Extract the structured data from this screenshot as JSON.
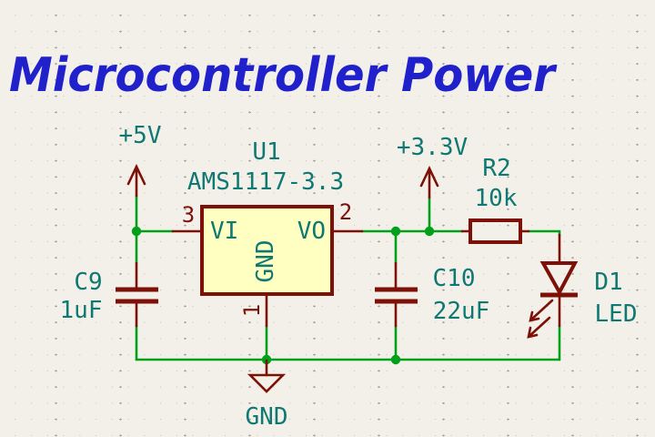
{
  "title": "Microcontroller Power",
  "colors": {
    "background": "#F2F0E8",
    "grid_dot": "#BEBCB4",
    "grid_dot_major": "#A5A29B",
    "wire_green": "#00A018",
    "symbol_dark_red": "#7D1007",
    "label_teal": "#0F7873",
    "title_blue": "#2121CC",
    "ic_fill_yellow": "#FFFFC2"
  },
  "power_flags": {
    "vin": "+5V",
    "vout": "+3.3V",
    "gnd": "GND"
  },
  "components": {
    "u1": {
      "reference": "U1",
      "value": "AMS1117-3.3",
      "pin_numbers": {
        "vi": "3",
        "vo": "2",
        "gnd": "1"
      },
      "pin_names": {
        "vi": "VI",
        "vo": "VO",
        "gnd": "GND"
      }
    },
    "c9": {
      "reference": "C9",
      "value": "1uF"
    },
    "c10": {
      "reference": "C10",
      "value": "22uF"
    },
    "r2": {
      "reference": "R2",
      "value": "10k"
    },
    "d1": {
      "reference": "D1",
      "value": "LED"
    }
  }
}
